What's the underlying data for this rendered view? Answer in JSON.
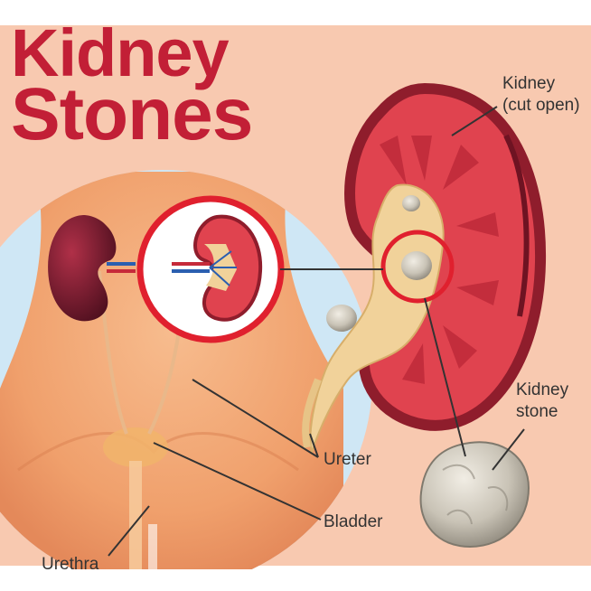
{
  "title": {
    "line1": "Kidney",
    "line2": "Stones"
  },
  "labels": {
    "kidney_cut_open_line1": "Kidney",
    "kidney_cut_open_line2": "(cut open)",
    "kidney_stone_line1": "Kidney",
    "kidney_stone_line2": "stone",
    "ureter": "Ureter",
    "bladder": "Bladder",
    "urethra": "Urethra"
  },
  "colors": {
    "background": "#f8c9b0",
    "title": "#c21f36",
    "kidney_outer": "#8f1d2c",
    "kidney_tissue": "#e0434f",
    "kidney_pelvis": "#f1d29a",
    "skin": "#f3a774",
    "sky": "#cfe7f5",
    "stone": "#c8c2b6",
    "highlight_ring": "#e0202e",
    "leader_line": "#333333"
  }
}
